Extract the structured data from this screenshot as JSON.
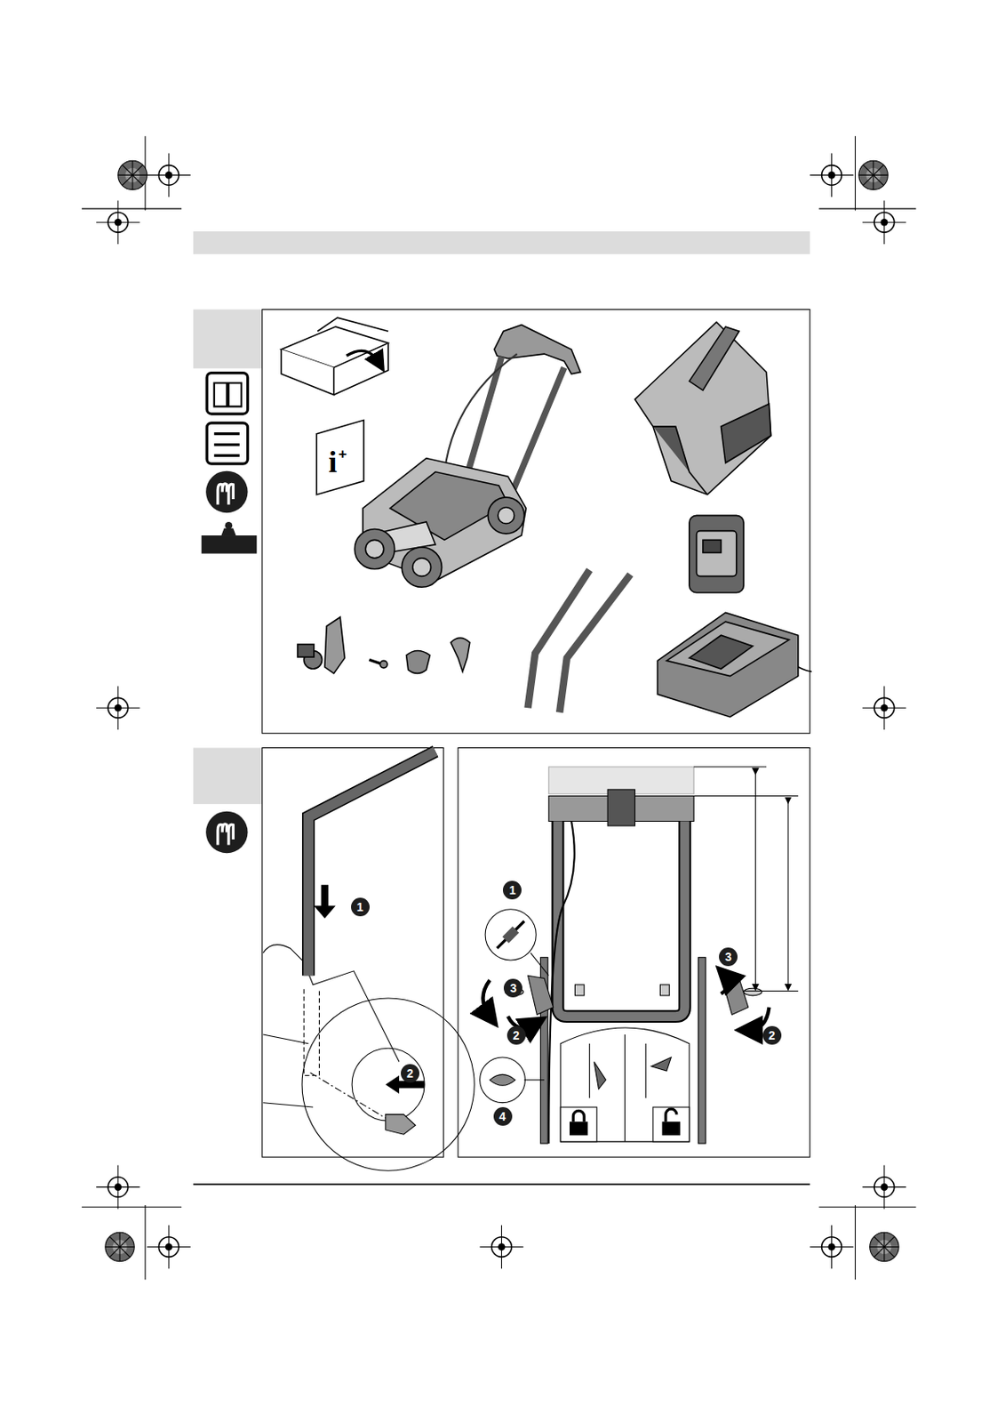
{
  "diagram": {
    "labels": [
      "1",
      "2",
      "1",
      "3",
      "2",
      "3",
      "2",
      "4"
    ]
  }
}
